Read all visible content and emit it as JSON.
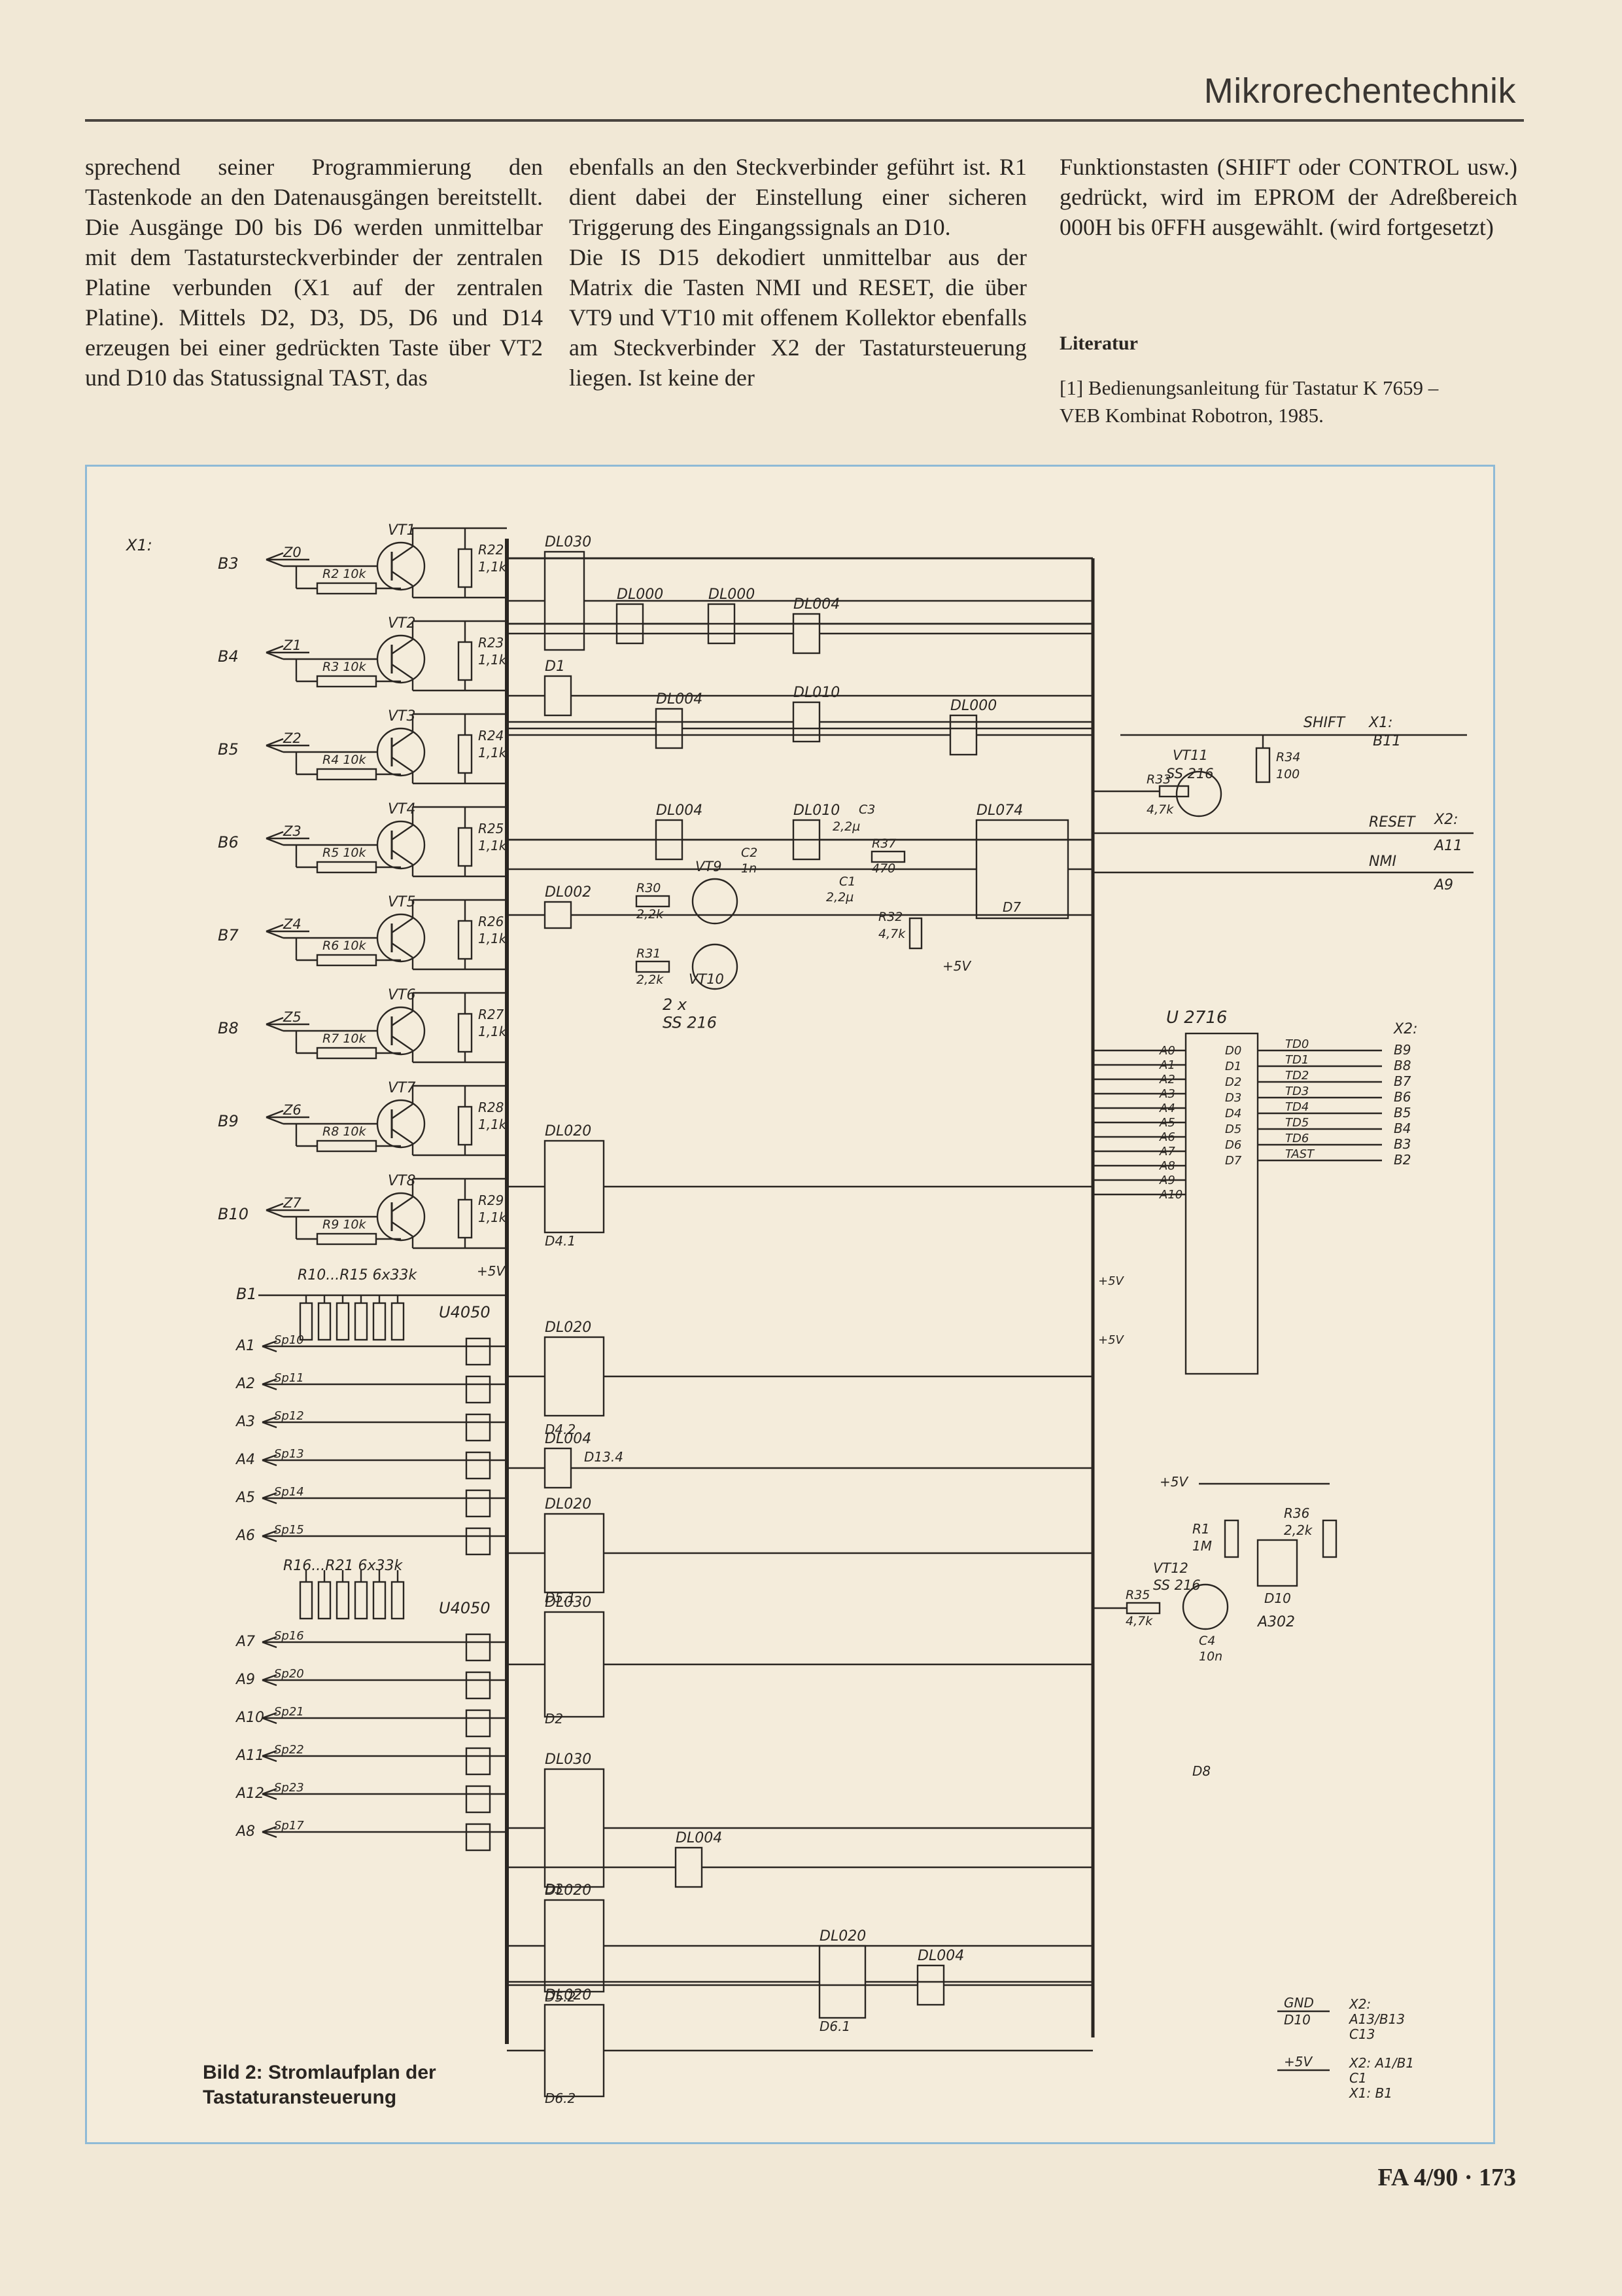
{
  "header": {
    "section": "Mikrorechentechnik"
  },
  "columns": [
    "sprechend seiner Programmierung den Tastenkode an den Datenausgängen bereitstellt. Die Ausgänge D0 bis D6 werden unmittelbar mit dem Tastatursteckverbinder der zentralen Platine verbunden (X1 auf der zentralen Platine). Mittels D2, D3, D5, D6 und D14 erzeugen bei einer gedrückten Taste über VT2 und D10 das Statussignal TAST, das",
    "ebenfalls an den Steckverbinder geführt ist. R1 dient dabei der Einstellung einer sicheren Triggerung des Eingangssignals an D10.\nDie IS D15 dekodiert unmittelbar aus der Matrix die Tasten NMI und RESET, die über VT9 und VT10 mit offenem Kollektor ebenfalls am Steckverbinder X2 der Tastatursteuerung liegen. Ist keine der",
    "Funktionstasten (SHIFT oder CONTROL usw.) gedrückt, wird im EPROM der Adreßbereich 000H bis 0FFH ausgewählt.          (wird fortgesetzt)"
  ],
  "literature": {
    "heading": "Literatur",
    "items": [
      "[1] Bedienungsanleitung für Tastatur K 7659 –\n     VEB Kombinat Robotron, 1985."
    ]
  },
  "figure": {
    "caption": "Bild 2: Stromlaufplan der\nTastaturansteuerung",
    "transistors": [
      "VT1",
      "VT2",
      "VT3",
      "VT4",
      "VT5",
      "VT6",
      "VT7",
      "VT8"
    ],
    "row_inputs": [
      "B3",
      "B4",
      "B5",
      "B6",
      "B7",
      "B8",
      "B9",
      "B10"
    ],
    "row_signals": [
      "Z0",
      "Z1",
      "Z2",
      "Z3",
      "Z4",
      "Z5",
      "Z6",
      "Z7"
    ],
    "base_resistors": [
      "R2 10k",
      "R3 10k",
      "R4 10k",
      "R5 10k",
      "R6 10k",
      "R7 10k",
      "R8 10k",
      "R9 10k"
    ],
    "collector_resistors": [
      "R22 1,1k",
      "R23 1,1k",
      "R24 1,1k",
      "R25 1,1k",
      "R26 1,1k",
      "R27 1,1k",
      "R28 1,1k",
      "R29 1,1k"
    ],
    "x1_label": "X1:",
    "b1_label": "B1",
    "plus5v": "+5V",
    "pullups_a": "R10...R15  6x33k",
    "pullups_b": "R16...R21  6x33k",
    "ic_u4050": "U4050",
    "ic_u2716": "U 2716",
    "column_inputs_a": [
      {
        "pin": "A1",
        "sig": "Sp10"
      },
      {
        "pin": "A2",
        "sig": "Sp11"
      },
      {
        "pin": "A3",
        "sig": "Sp12"
      },
      {
        "pin": "A4",
        "sig": "Sp13"
      },
      {
        "pin": "A5",
        "sig": "Sp14"
      },
      {
        "pin": "A6",
        "sig": "Sp15"
      }
    ],
    "column_inputs_b": [
      {
        "pin": "A7",
        "sig": "Sp16"
      },
      {
        "pin": "A9",
        "sig": "Sp20"
      },
      {
        "pin": "A10",
        "sig": "Sp21"
      },
      {
        "pin": "A11",
        "sig": "Sp22"
      },
      {
        "pin": "A12",
        "sig": "Sp23"
      },
      {
        "pin": "A8",
        "sig": "Sp17"
      }
    ],
    "gates": [
      "DL030",
      "DL000",
      "DL000",
      "DL004",
      "D1",
      "DL004",
      "DL010",
      "DL000",
      "DL004",
      "DL010",
      "DL074",
      "DL002",
      "DL020",
      "DL020",
      "DL020",
      "DL004",
      "DL030",
      "DL030",
      "DL020",
      "DL020",
      "DL004",
      "DL020",
      "DL004"
    ],
    "buffer_labels": [
      "D4.1",
      "D4.2",
      "D5.1",
      "D13.4",
      "D2",
      "D3",
      "D5.2",
      "D6.2",
      "D6.1",
      "D7",
      "D8",
      "D10"
    ],
    "shift_block": {
      "signal": "SHIFT",
      "connector": "X1:",
      "pin": "B11",
      "transistor": "VT11",
      "type": "SS 216",
      "r_base": "R33",
      "r_base_val": "4,7k",
      "r_load": "R34",
      "r_load_val": "100"
    },
    "x2_outputs": [
      {
        "signal": "RESET",
        "pin": "A11"
      },
      {
        "signal": "NMI",
        "pin": "A9"
      }
    ],
    "x2_label": "X2:",
    "vt9": "VT9",
    "vt10": "VT10",
    "vt_type": "2 x\nSS 216",
    "r30": "R30",
    "r30_val": "2,2k",
    "r31": "R31",
    "r31_val": "2,2k",
    "c3": "C3",
    "c3_val": "2,2µ",
    "c2": "C2",
    "c2_val": "1n",
    "c1": "C1",
    "c1_val": "2,2µ",
    "r37": "R37",
    "r37_val": "470",
    "r32": "R32",
    "r32_val": "4,7k",
    "eprom_addr": [
      "A0",
      "A1",
      "A2",
      "A3",
      "A4",
      "A5",
      "A6",
      "A7",
      "A8",
      "A9",
      "A10"
    ],
    "eprom_data": [
      {
        "d": "D0",
        "sig": "TD0",
        "pin": "B9"
      },
      {
        "d": "D1",
        "sig": "TD1",
        "pin": "B8"
      },
      {
        "d": "D2",
        "sig": "TD2",
        "pin": "B7"
      },
      {
        "d": "D3",
        "sig": "TD3",
        "pin": "B6"
      },
      {
        "d": "D4",
        "sig": "TD4",
        "pin": "B5"
      },
      {
        "d": "D5",
        "sig": "TD5",
        "pin": "B4"
      },
      {
        "d": "D6",
        "sig": "TD6",
        "pin": "B3"
      },
      {
        "d": "D7",
        "sig": "TAST",
        "pin": "B2"
      }
    ],
    "trigger": {
      "vt": "VT12",
      "type": "SS 216",
      "r35": "R35",
      "r35_val": "4,7k",
      "c4": "C4",
      "c4_val": "10n",
      "r1": "R1",
      "r1_val": "1M",
      "r36": "R36",
      "r36_val": "2,2k",
      "ic": "D10",
      "ic_type": "A302"
    },
    "power_pins": [
      {
        "signal": "GND",
        "pins": "X2:\nA13/B13\nC13"
      },
      {
        "signal": "+5V",
        "pins": "X2: A1/B1\nC1\nX1: B1"
      }
    ]
  },
  "footer": {
    "folio": "FA 4/90  ·  173"
  }
}
